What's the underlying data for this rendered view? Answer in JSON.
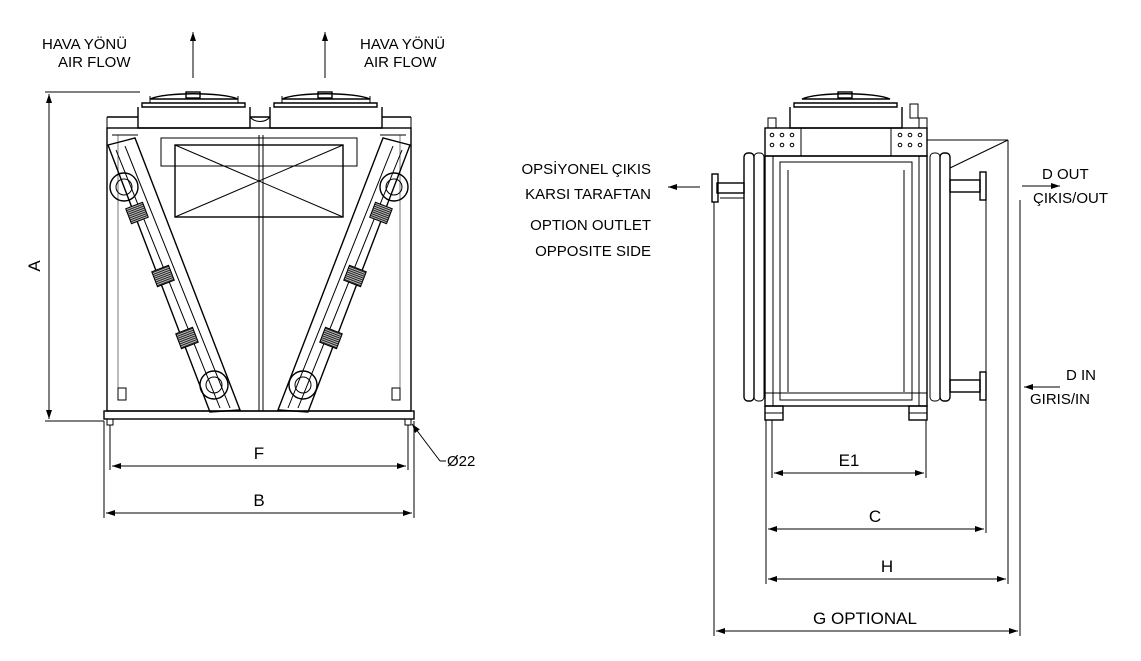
{
  "front_view": {
    "airflow_left": {
      "line1": "HAVA YÖNÜ",
      "line2": "AIR FLOW"
    },
    "airflow_right": {
      "line1": "HAVA YÖNÜ",
      "line2": "AIR FLOW"
    },
    "dim_a": "A",
    "dim_f": "F",
    "dim_b": "B",
    "hole_diameter": "Ø22"
  },
  "side_view": {
    "optional_outlet": {
      "line1": "OPSİYONEL ÇIKIS",
      "line2": "KARSI TARAFTAN",
      "line3": "OPTION OUTLET",
      "line4": "OPPOSITE SIDE"
    },
    "d_out": {
      "line1": "D OUT",
      "line2": "ÇIKIS/OUT"
    },
    "d_in": {
      "line1": "D IN",
      "line2": "GIRIS/IN"
    },
    "dim_e1": "E1",
    "dim_c": "C",
    "dim_h": "H",
    "dim_g": "G  OPTIONAL"
  },
  "colors": {
    "line": "#000000",
    "hatch": "#333333",
    "background": "#ffffff"
  }
}
